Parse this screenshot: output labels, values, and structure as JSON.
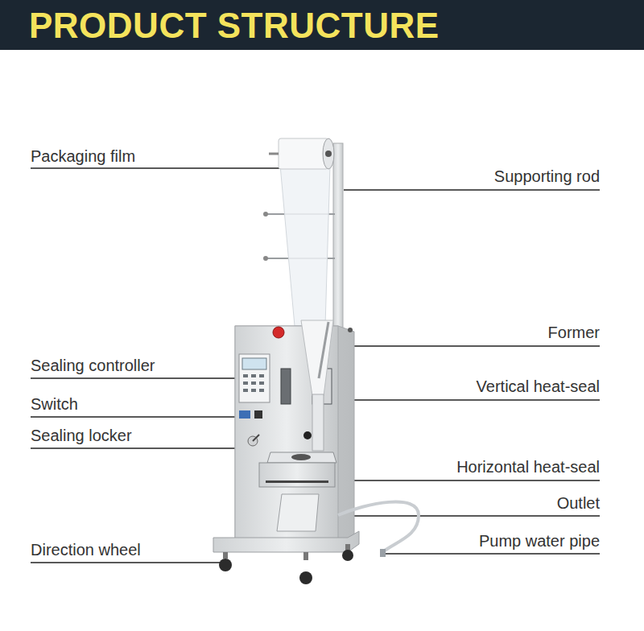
{
  "diagram": {
    "title": "PRODUCT STRUCTURE",
    "labels": [
      "Packaging film",
      "Supporting rod",
      "Former",
      "Sealing controller",
      "Vertical heat-seal",
      "Switch",
      "Sealing locker",
      "Horizontal heat-seal",
      "Outlet",
      "Pump water pipe",
      "Direction wheel"
    ]
  }
}
